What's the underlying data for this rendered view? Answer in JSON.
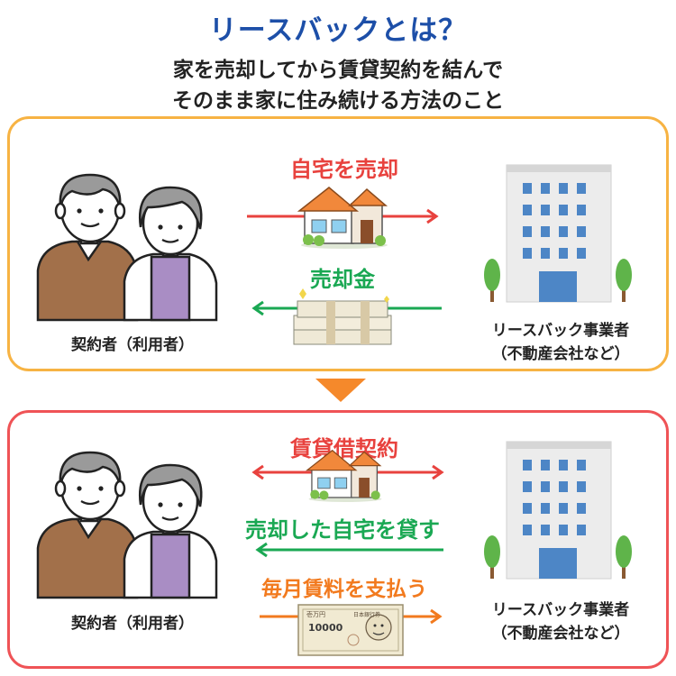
{
  "header": {
    "title": "リースバックとは？",
    "subtitle_line1": "家を売却してから賃貸契約を結んで",
    "subtitle_line2": "そのまま家に住み続ける方法のこと"
  },
  "top_panel": {
    "arrow_sell_label": "自宅を売却",
    "arrow_money_label": "売却金",
    "person_caption": "契約者（利用者）",
    "company_caption_line1": "リースバック事業者",
    "company_caption_line2": "（不動産会社など）"
  },
  "bottom_panel": {
    "contract_label": "賃貸借契約",
    "lend_label": "売却した自宅を貸す",
    "rent_label": "毎月賃料を支払う",
    "person_caption": "契約者（利用者）",
    "company_caption_line1": "リースバック事業者",
    "company_caption_line2": "（不動産会社など）",
    "banknote_denomination": "10000",
    "banknote_top_text": "壱万円",
    "banknote_bank_text": "日本銀行券"
  },
  "colors": {
    "title_blue": "#1d4fa8",
    "top_border": "#f7b343",
    "bottom_border": "#ef5356",
    "red_arrow": "#e8423e",
    "green_arrow": "#1aa853",
    "orange_arrow": "#f27a1e"
  }
}
